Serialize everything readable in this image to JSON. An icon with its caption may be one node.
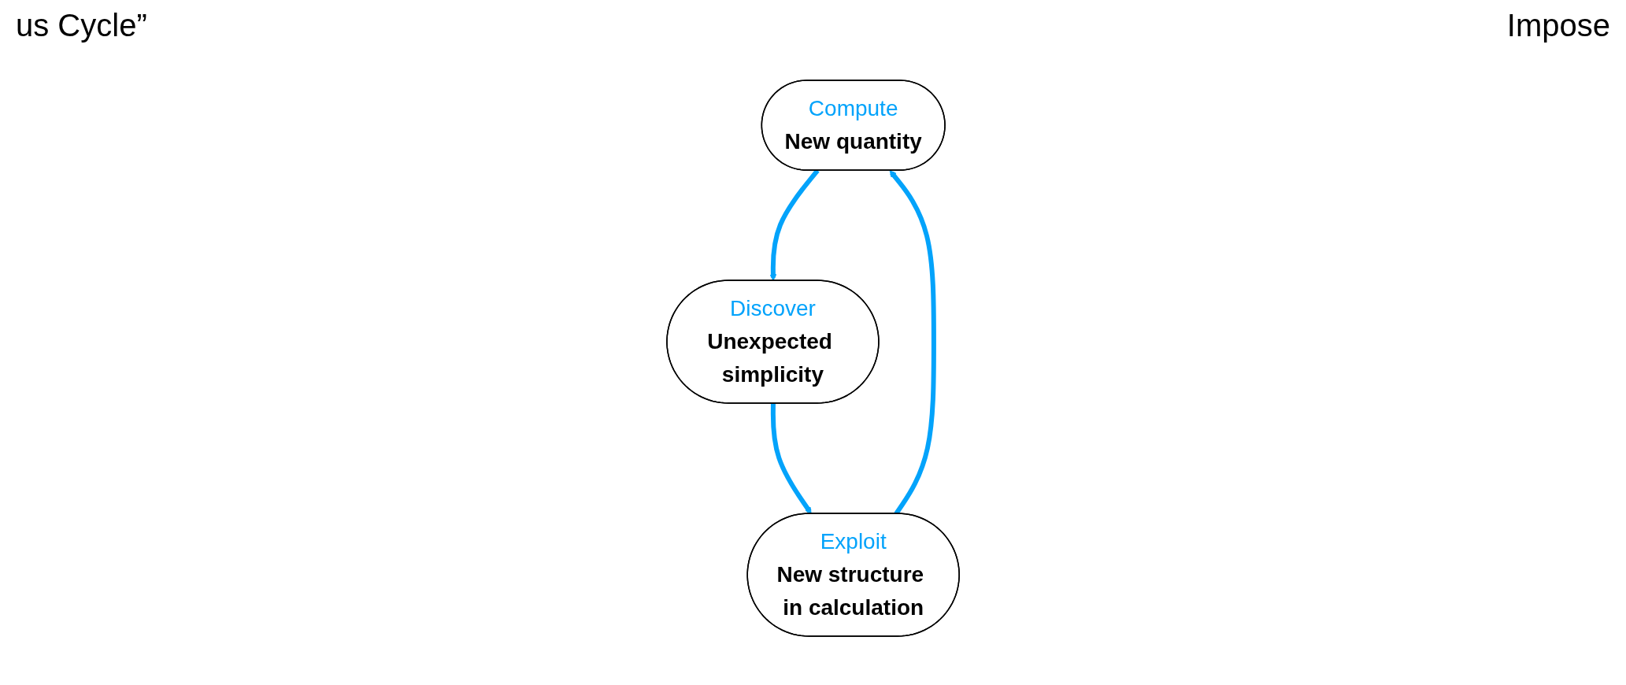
{
  "diagram": {
    "nodes": [
      {
        "text": [
          "Compute",
          "New quantity"
        ]
      },
      {
        "text": [
          "Discover",
          "Unexpected simplicity"
        ]
      },
      {
        "text": [
          "Exploit",
          "New structure in calculation"
        ]
      }
    ],
    "edges": [
      {
        "from": 0,
        "to": 1,
        "arrow": "to",
        "color": "#03a3fb"
      },
      {
        "from": 1,
        "to": 2,
        "arrow": "to",
        "color": "#03a3fb"
      },
      {
        "from": 2,
        "to": 0,
        "arrow": "to",
        "color": "#03a3fb"
      }
    ],
    "labels": [
      "us Cycle”",
      "Impose"
    ]
  }
}
